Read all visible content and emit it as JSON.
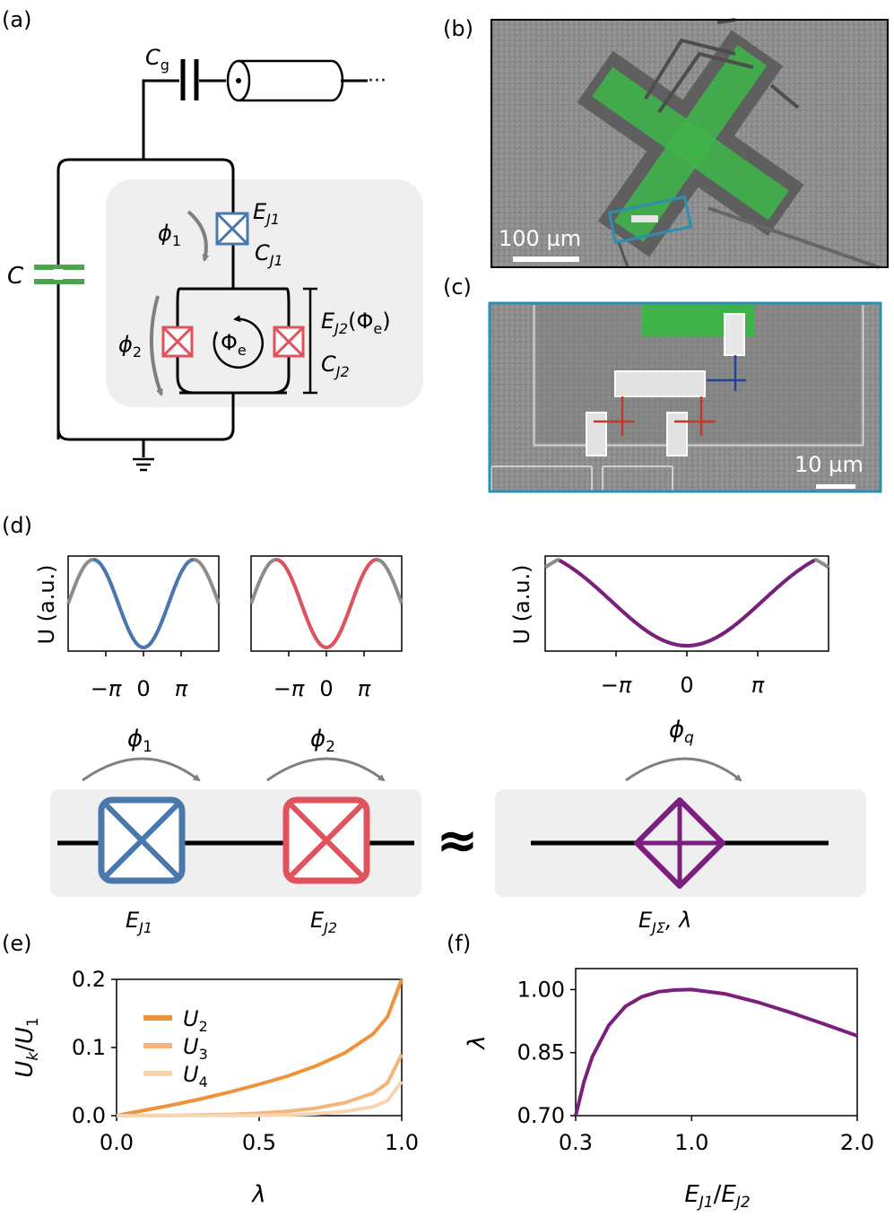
{
  "panel_labels": {
    "a": "(a)",
    "b": "(b)",
    "c": "(c)",
    "d": "(d)",
    "e": "(e)",
    "f": "(f)"
  },
  "circuit": {
    "cg": "C",
    "cg_sub": "g",
    "c": "C",
    "ellipsis": "···",
    "phi1": "ϕ",
    "phi1_sub": "1",
    "phi2": "ϕ",
    "phi2_sub": "2",
    "ej1": "E",
    "ej1_sub": "J1",
    "cj1": "C",
    "cj1_sub": "J1",
    "ej2": "E",
    "ej2_sub": "J2",
    "ej2_arg": "(Φ",
    "ej2_arg_sub": "e",
    "ej2_arg_close": ")",
    "cj2": "C",
    "cj2_sub": "J2",
    "flux": "Φ",
    "flux_sub": "e"
  },
  "micrographs": {
    "b_scale": "100 µm",
    "c_scale": "10 µm"
  },
  "panel_d": {
    "ylabel": "U (a.u.)",
    "ticks_small": [
      "−π",
      "0",
      "π"
    ],
    "ticks_large": [
      "−π",
      "0",
      "π"
    ],
    "phi1": "ϕ",
    "phi1_sub": "1",
    "phi2": "ϕ",
    "phi2_sub": "2",
    "phiq": "ϕ",
    "phiq_sub": "q",
    "ej1": "E",
    "ej1_sub": "J1",
    "ej2": "E",
    "ej2_sub": "J2",
    "ejs": "E",
    "ejs_sub": "JΣ",
    "ejs_tail": ", λ",
    "approx": "≈"
  },
  "colors": {
    "blue": "#4a78ad",
    "red": "#e0525c",
    "purple": "#7a1f7d",
    "green": "#4aa54c",
    "gray": "#8c8c8c",
    "orange": "#f0923b"
  },
  "chart_data": [
    {
      "type": "line",
      "panel": "e",
      "xlabel": "λ",
      "ylabel": "U_k/U_1",
      "xlim": [
        0,
        1
      ],
      "ylim": [
        0,
        0.2
      ],
      "xticks": [
        "0.0",
        "0.5",
        "1.0"
      ],
      "yticks": [
        "0.0",
        "0.1",
        "0.2"
      ],
      "legend": "top-left",
      "series": [
        {
          "name": "U2",
          "color": "#f0923b",
          "x": [
            0,
            0.1,
            0.2,
            0.3,
            0.4,
            0.5,
            0.6,
            0.7,
            0.8,
            0.9,
            0.95,
            1.0
          ],
          "y": [
            0,
            0.008,
            0.016,
            0.025,
            0.035,
            0.046,
            0.058,
            0.073,
            0.092,
            0.12,
            0.145,
            0.2
          ]
        },
        {
          "name": "U3",
          "color": "#f5b57a",
          "x": [
            0,
            0.2,
            0.4,
            0.5,
            0.6,
            0.7,
            0.8,
            0.9,
            0.95,
            1.0
          ],
          "y": [
            0,
            0.0003,
            0.0018,
            0.0035,
            0.0065,
            0.011,
            0.019,
            0.033,
            0.048,
            0.09
          ]
        },
        {
          "name": "U4",
          "color": "#f8d4b0",
          "x": [
            0,
            0.4,
            0.5,
            0.6,
            0.7,
            0.8,
            0.9,
            0.95,
            1.0
          ],
          "y": [
            0,
            0.0002,
            0.0005,
            0.0012,
            0.0028,
            0.006,
            0.013,
            0.022,
            0.05
          ]
        }
      ]
    },
    {
      "type": "line",
      "panel": "f",
      "xlabel": "E_J1/E_J2",
      "ylabel": "λ",
      "xlim": [
        0.3,
        2.0
      ],
      "ylim": [
        0.7,
        1.05
      ],
      "xticks": [
        "0.3",
        "1.0",
        "2.0"
      ],
      "yticks": [
        "0.70",
        "0.85",
        "1.00"
      ],
      "series": [
        {
          "color": "#7a1f7d",
          "x": [
            0.3,
            0.35,
            0.4,
            0.5,
            0.6,
            0.7,
            0.8,
            0.9,
            1.0,
            1.2,
            1.4,
            1.6,
            1.8,
            2.0
          ],
          "y": [
            0.7,
            0.78,
            0.84,
            0.915,
            0.96,
            0.983,
            0.995,
            0.999,
            1.0,
            0.99,
            0.97,
            0.945,
            0.918,
            0.89
          ]
        }
      ]
    }
  ]
}
